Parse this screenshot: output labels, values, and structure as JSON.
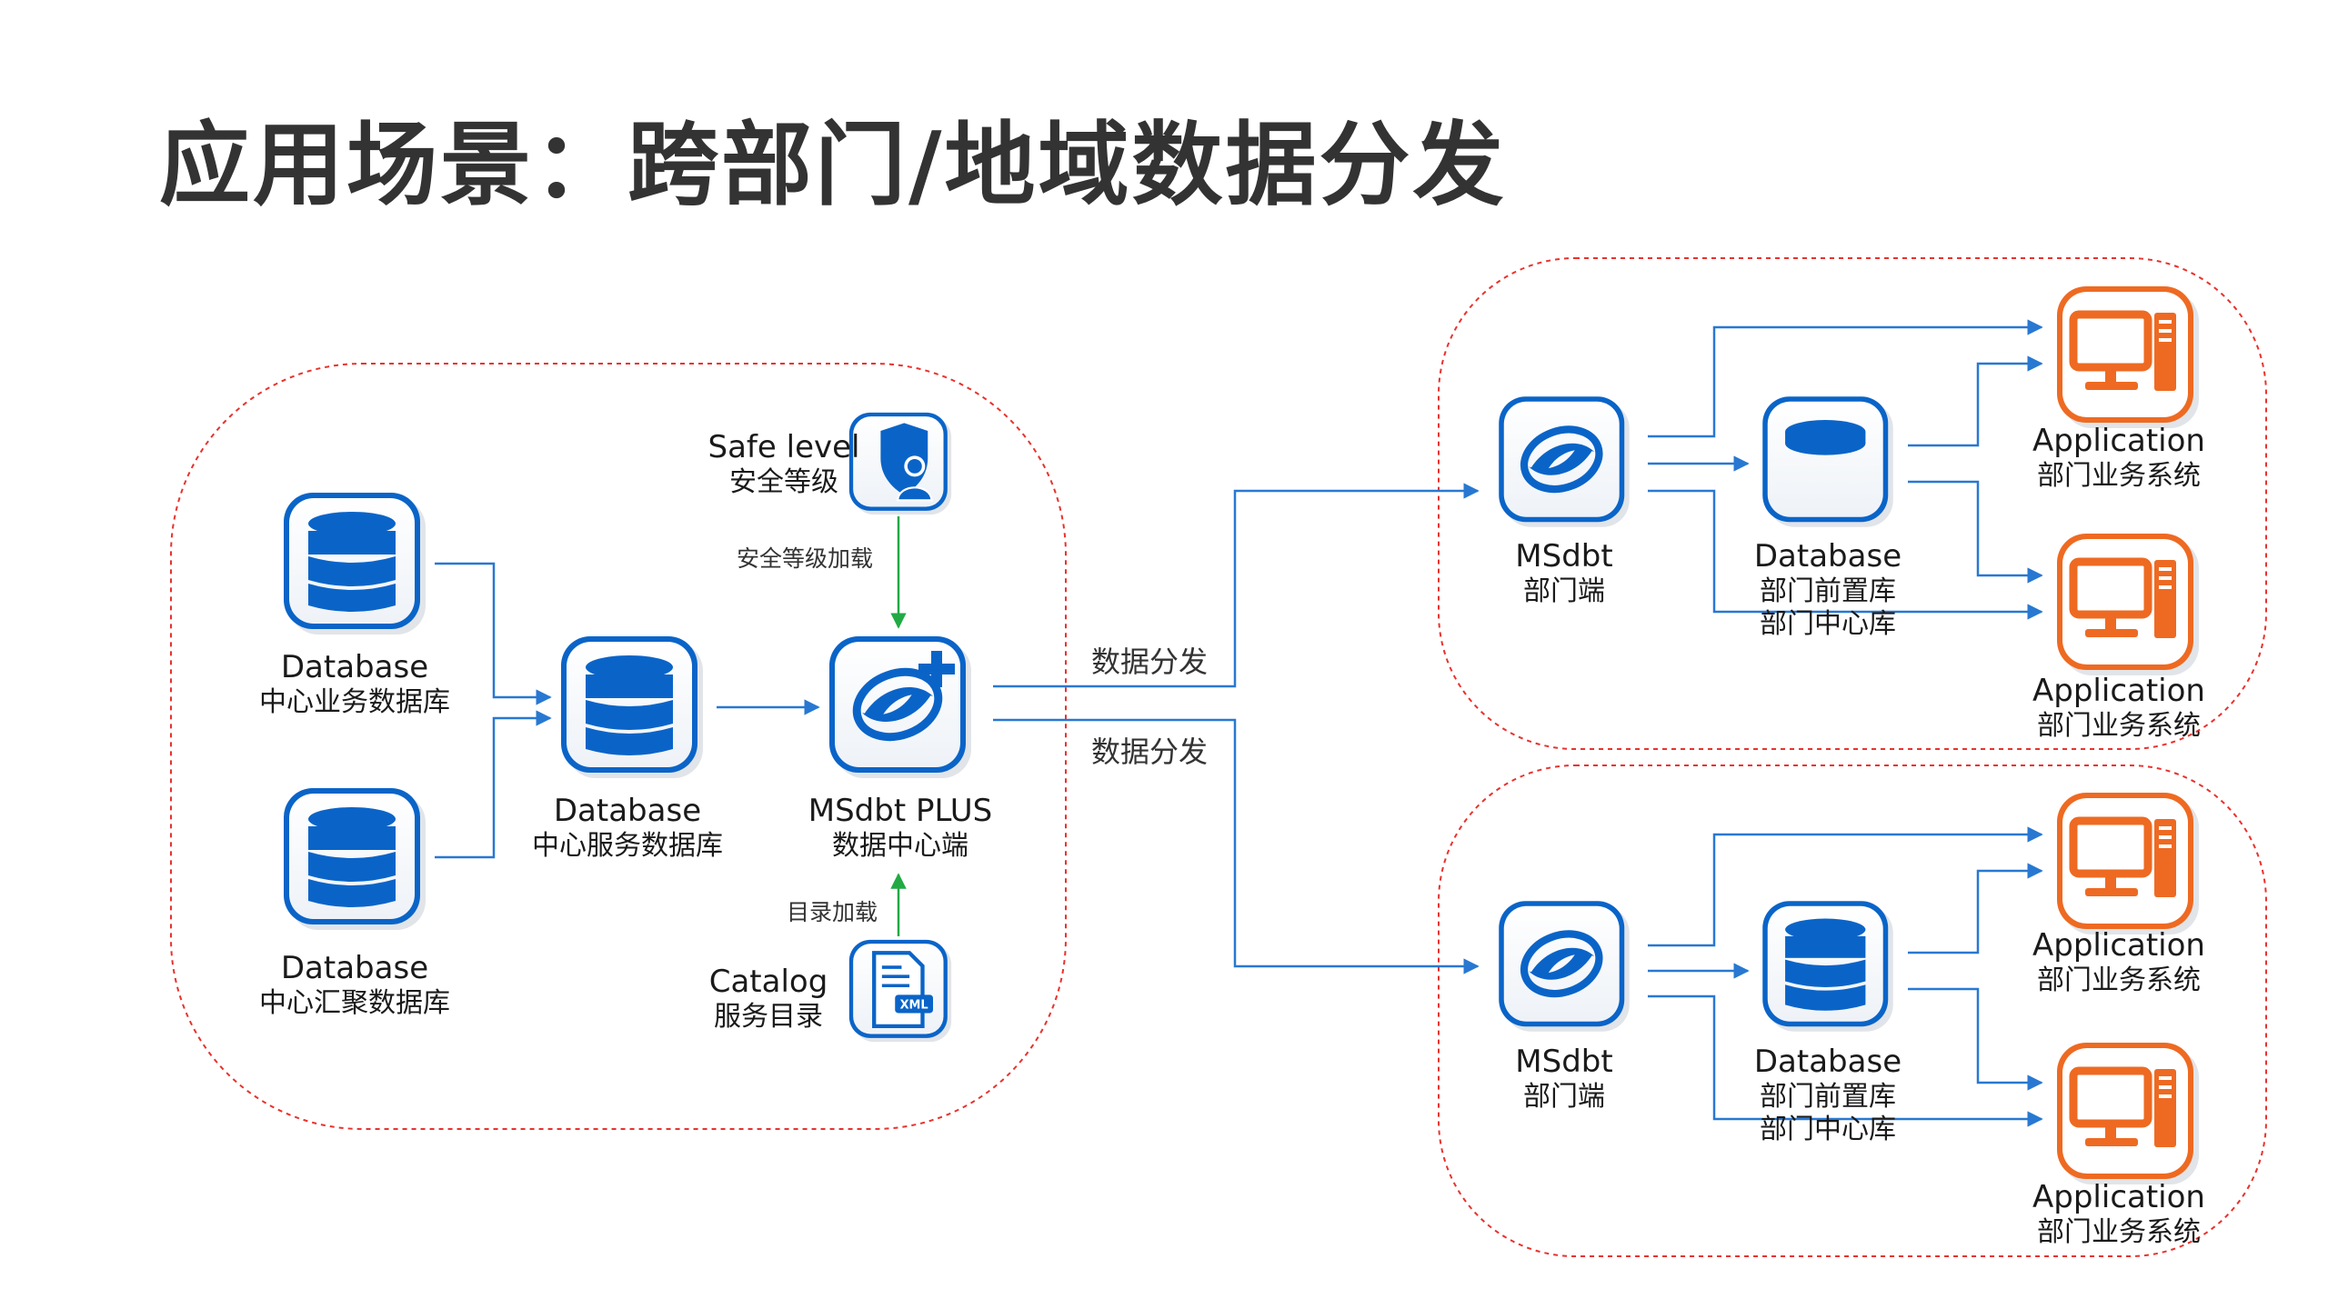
{
  "title": "应用场景：跨部门/地域数据分发",
  "center": {
    "db_business": {
      "en": "Database",
      "cn": "中心业务数据库"
    },
    "db_aggregate": {
      "en": "Database",
      "cn": "中心汇聚数据库"
    },
    "db_service": {
      "en": "Database",
      "cn": "中心服务数据库"
    },
    "msdbt_plus": {
      "en": "MSdbt PLUS",
      "cn": "数据中心端"
    },
    "safe_level": {
      "en": "Safe level",
      "cn": "安全等级"
    },
    "catalog": {
      "en": "Catalog",
      "cn": "服务目录"
    },
    "safe_load_label": "安全等级加载",
    "catalog_load_label": "目录加载"
  },
  "distribution_labels": [
    "数据分发",
    "数据分发"
  ],
  "departments": [
    {
      "msdbt": {
        "en": "MSdbt",
        "cn": "部门端"
      },
      "database": {
        "en": "Database",
        "cn1": "部门前置库",
        "cn2": "部门中心库"
      },
      "apps": [
        {
          "en": "Application",
          "cn": "部门业务系统"
        },
        {
          "en": "Application",
          "cn": "部门业务系统"
        }
      ]
    },
    {
      "msdbt": {
        "en": "MSdbt",
        "cn": "部门端"
      },
      "database": {
        "en": "Database",
        "cn1": "部门前置库",
        "cn2": "部门中心库"
      },
      "apps": [
        {
          "en": "Application",
          "cn": "部门业务系统"
        },
        {
          "en": "Application",
          "cn": "部门业务系统"
        }
      ]
    }
  ],
  "colors": {
    "primary_blue": "#0a64c8",
    "arrow_blue": "#2878d2",
    "arrow_green": "#22aa44",
    "app_orange": "#ee6a22",
    "boundary_red": "#e8322d"
  },
  "icons": [
    "database-icon",
    "msdbt-plus-icon",
    "msdbt-icon",
    "safe-level-icon",
    "catalog-xml-icon",
    "application-computer-icon"
  ]
}
